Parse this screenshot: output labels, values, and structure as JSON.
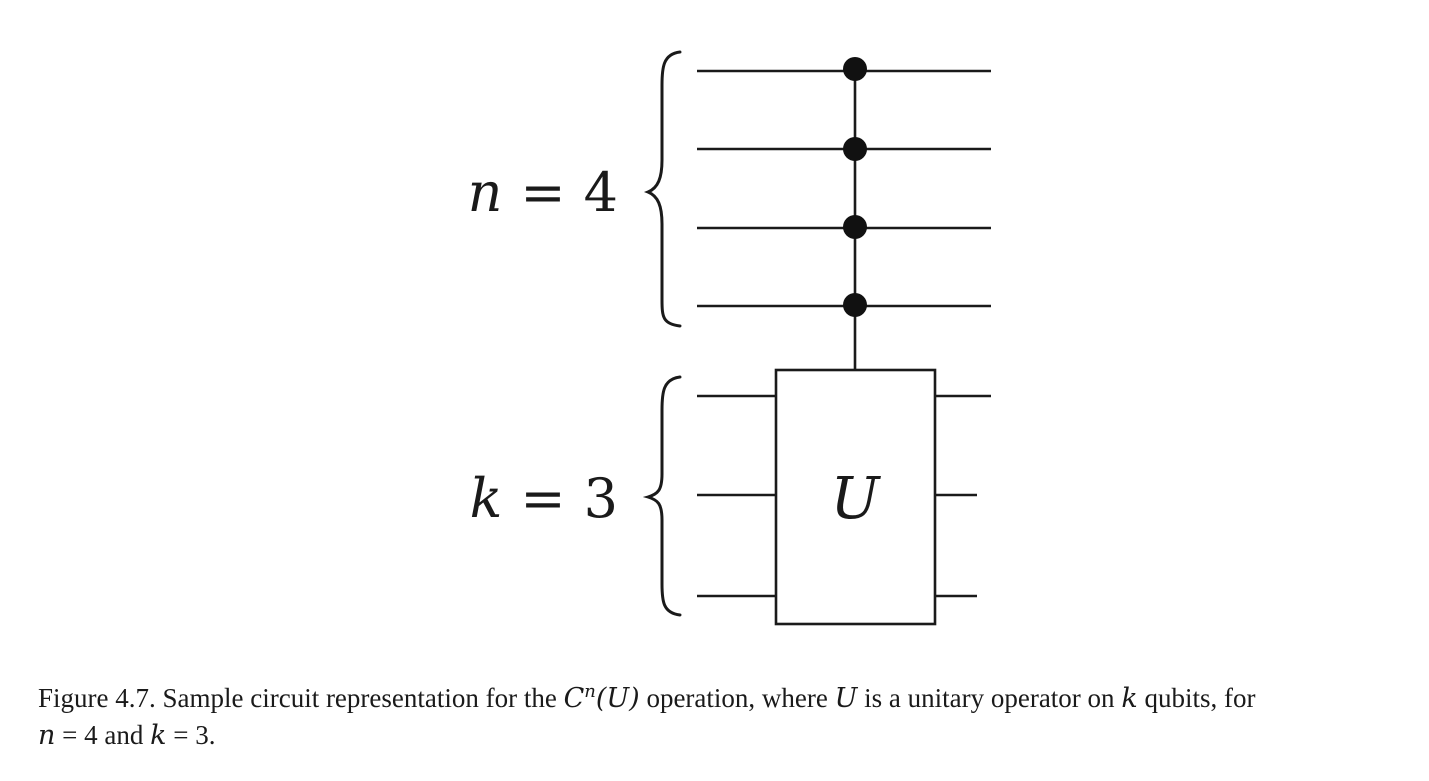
{
  "diagram": {
    "groups": [
      {
        "var": "n",
        "eq": "=",
        "val": "4"
      },
      {
        "var": "k",
        "eq": "=",
        "val": "3"
      }
    ],
    "gate_label": "U"
  },
  "caption": {
    "p1": "Figure 4.7. Sample circuit representation for the ",
    "op_C": "C",
    "op_sup": "n",
    "op_arg": "(U)",
    "p2": " operation, where ",
    "U": "U",
    "p3": " is a unitary operator on ",
    "k": "k",
    "p4": " qubits, for",
    "n": "n",
    "p5": " = 4 and ",
    "k2": "k",
    "p6": " = 3."
  }
}
